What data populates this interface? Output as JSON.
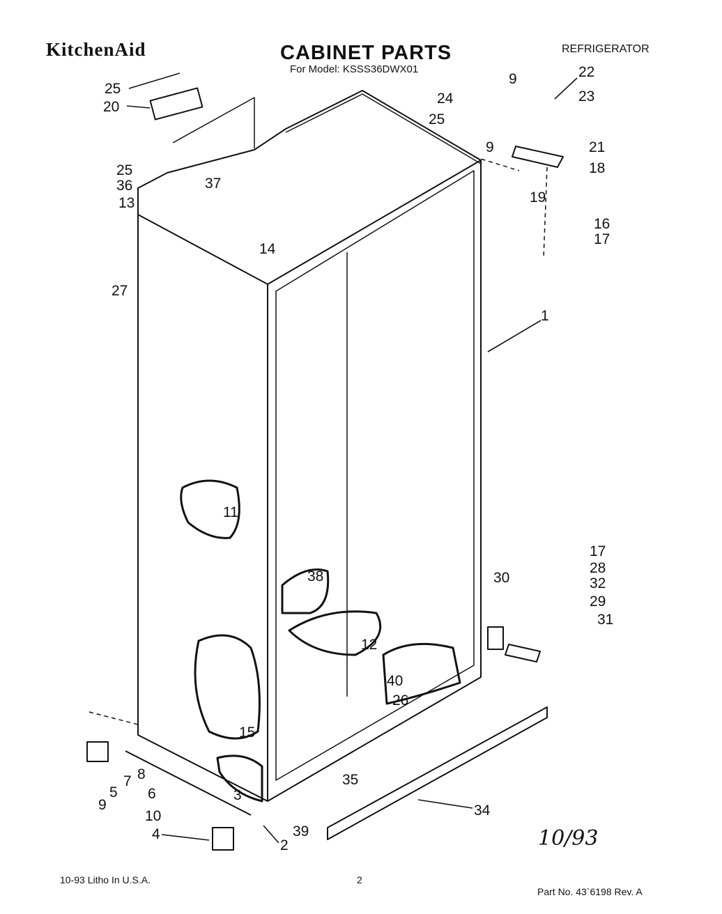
{
  "header": {
    "brand": "KitchenAid",
    "title": "CABINET PARTS",
    "subtitle": "For Model: KSSS36DWX01",
    "product": "REFRIGERATOR"
  },
  "footer": {
    "litho": "10-93 Litho In U.S.A.",
    "page": "2",
    "part_no": "Part No. 43`6198 Rev. A"
  },
  "handwritten_note": "10/93",
  "callouts": [
    "1",
    "2",
    "3",
    "4",
    "5",
    "6",
    "7",
    "8",
    "9",
    "9",
    "9",
    "10",
    "11",
    "12",
    "13",
    "14",
    "15",
    "16",
    "17",
    "17",
    "18",
    "19",
    "20",
    "21",
    "22",
    "23",
    "24",
    "25",
    "25",
    "25",
    "26",
    "27",
    "28",
    "29",
    "30",
    "31",
    "32",
    "34",
    "35",
    "36",
    "37",
    "38",
    "39",
    "40"
  ]
}
